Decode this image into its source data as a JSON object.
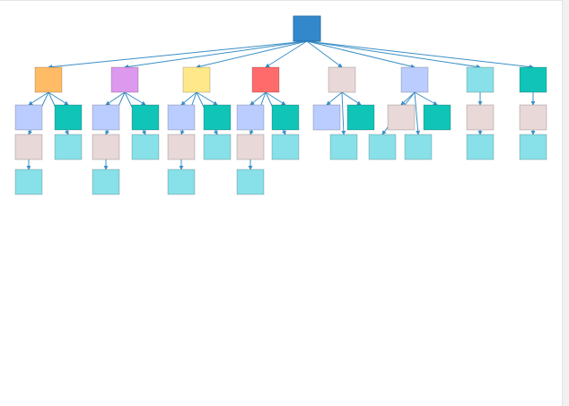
{
  "diagram": {
    "type": "tree",
    "colors": {
      "root": "#3388cc",
      "orange": "#ffbb66",
      "violet": "#dd99ee",
      "yellow": "#ffe88a",
      "red": "#ff6b6b",
      "pink": "#e8d8d8",
      "lavender": "#bbccff",
      "teal": "#11c4b8",
      "cyan": "#88e0e8",
      "edge": "#3a8fc6"
    },
    "nodes": [
      {
        "id": "n0",
        "color": "root"
      },
      {
        "id": "n1",
        "color": "orange"
      },
      {
        "id": "n2",
        "color": "violet"
      },
      {
        "id": "n3",
        "color": "yellow"
      },
      {
        "id": "n4",
        "color": "red"
      },
      {
        "id": "n5",
        "color": "pink"
      },
      {
        "id": "n6",
        "color": "lavender"
      },
      {
        "id": "n7",
        "color": "cyan"
      },
      {
        "id": "n8",
        "color": "teal"
      },
      {
        "id": "n1a",
        "color": "lavender"
      },
      {
        "id": "n1b",
        "color": "teal"
      },
      {
        "id": "n1c",
        "color": "pink"
      },
      {
        "id": "n1d",
        "color": "cyan"
      },
      {
        "id": "n1e",
        "color": "cyan"
      },
      {
        "id": "n2a",
        "color": "lavender"
      },
      {
        "id": "n2b",
        "color": "teal"
      },
      {
        "id": "n2c",
        "color": "pink"
      },
      {
        "id": "n2d",
        "color": "cyan"
      },
      {
        "id": "n2e",
        "color": "cyan"
      },
      {
        "id": "n3a",
        "color": "lavender"
      },
      {
        "id": "n3b",
        "color": "teal"
      },
      {
        "id": "n3c",
        "color": "pink"
      },
      {
        "id": "n3d",
        "color": "cyan"
      },
      {
        "id": "n3e",
        "color": "cyan"
      },
      {
        "id": "n4a",
        "color": "lavender"
      },
      {
        "id": "n4b",
        "color": "teal"
      },
      {
        "id": "n4c",
        "color": "pink"
      },
      {
        "id": "n4d",
        "color": "cyan"
      },
      {
        "id": "n4e",
        "color": "cyan"
      },
      {
        "id": "n5a",
        "color": "lavender"
      },
      {
        "id": "n5b",
        "color": "teal"
      },
      {
        "id": "n5c",
        "color": "cyan"
      },
      {
        "id": "n6a",
        "color": "pink"
      },
      {
        "id": "n6b",
        "color": "teal"
      },
      {
        "id": "n6c",
        "color": "cyan"
      },
      {
        "id": "n6d",
        "color": "cyan"
      },
      {
        "id": "n7a",
        "color": "pink"
      },
      {
        "id": "n7b",
        "color": "cyan"
      },
      {
        "id": "n8a",
        "color": "pink"
      },
      {
        "id": "n8b",
        "color": "cyan"
      }
    ],
    "edges": [
      [
        "n0",
        "n1"
      ],
      [
        "n0",
        "n2"
      ],
      [
        "n0",
        "n3"
      ],
      [
        "n0",
        "n4"
      ],
      [
        "n0",
        "n5"
      ],
      [
        "n0",
        "n6"
      ],
      [
        "n0",
        "n7"
      ],
      [
        "n0",
        "n8"
      ],
      [
        "n1",
        "n1a"
      ],
      [
        "n1",
        "n1b"
      ],
      [
        "n1",
        "n1c"
      ],
      [
        "n1",
        "n1d"
      ],
      [
        "n1c",
        "n1e"
      ],
      [
        "n2",
        "n2a"
      ],
      [
        "n2",
        "n2b"
      ],
      [
        "n2",
        "n2c"
      ],
      [
        "n2",
        "n2d"
      ],
      [
        "n2c",
        "n2e"
      ],
      [
        "n3",
        "n3a"
      ],
      [
        "n3",
        "n3b"
      ],
      [
        "n3",
        "n3c"
      ],
      [
        "n3",
        "n3d"
      ],
      [
        "n3c",
        "n3e"
      ],
      [
        "n4",
        "n4a"
      ],
      [
        "n4",
        "n4b"
      ],
      [
        "n4",
        "n4c"
      ],
      [
        "n4",
        "n4d"
      ],
      [
        "n4c",
        "n4e"
      ],
      [
        "n5",
        "n5a"
      ],
      [
        "n5",
        "n5b"
      ],
      [
        "n5",
        "n5c"
      ],
      [
        "n6",
        "n6a"
      ],
      [
        "n6",
        "n6b"
      ],
      [
        "n6",
        "n6c"
      ],
      [
        "n6",
        "n6d"
      ],
      [
        "n7",
        "n7a"
      ],
      [
        "n7a",
        "n7b"
      ],
      [
        "n8",
        "n8a"
      ],
      [
        "n8a",
        "n8b"
      ]
    ]
  }
}
